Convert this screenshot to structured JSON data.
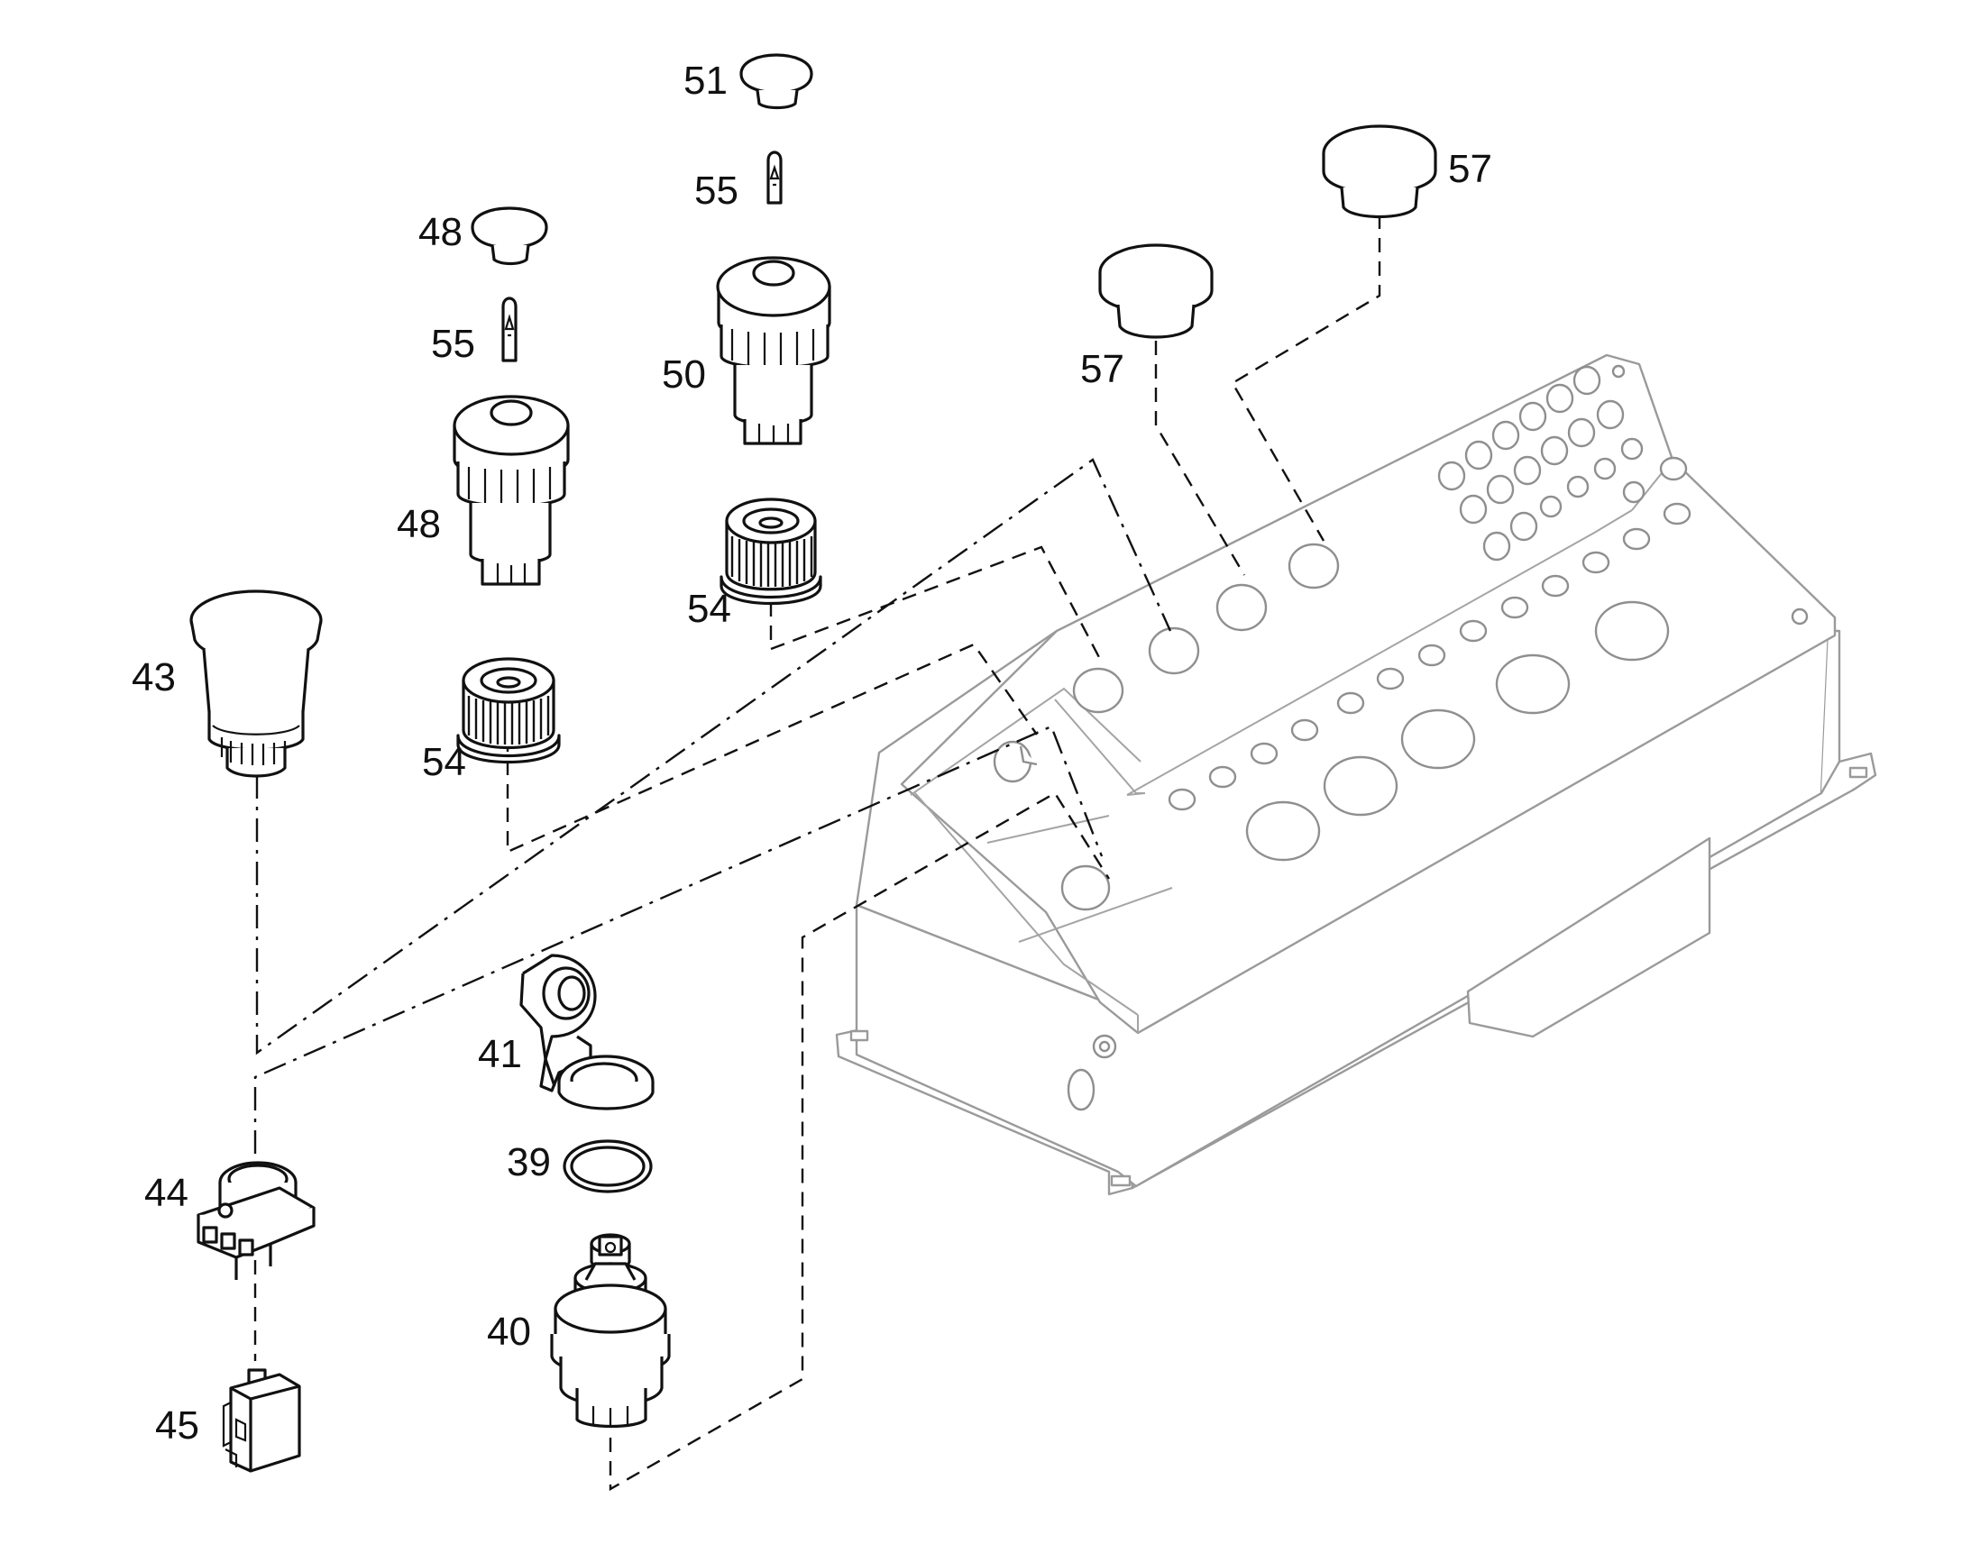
{
  "callouts": {
    "c51": "51",
    "c55_top": "55",
    "c50": "50",
    "c54_top": "54",
    "c57_right": "57",
    "c57_left": "57",
    "c48_cap": "48",
    "c55_left": "55",
    "c48_body": "48",
    "c54_left": "54",
    "c43": "43",
    "c41": "41",
    "c39": "39",
    "c40": "40",
    "c44": "44",
    "c45": "45"
  },
  "colors": {
    "line": "#111111",
    "housing": "#9a9a9a",
    "background": "#ffffff"
  }
}
